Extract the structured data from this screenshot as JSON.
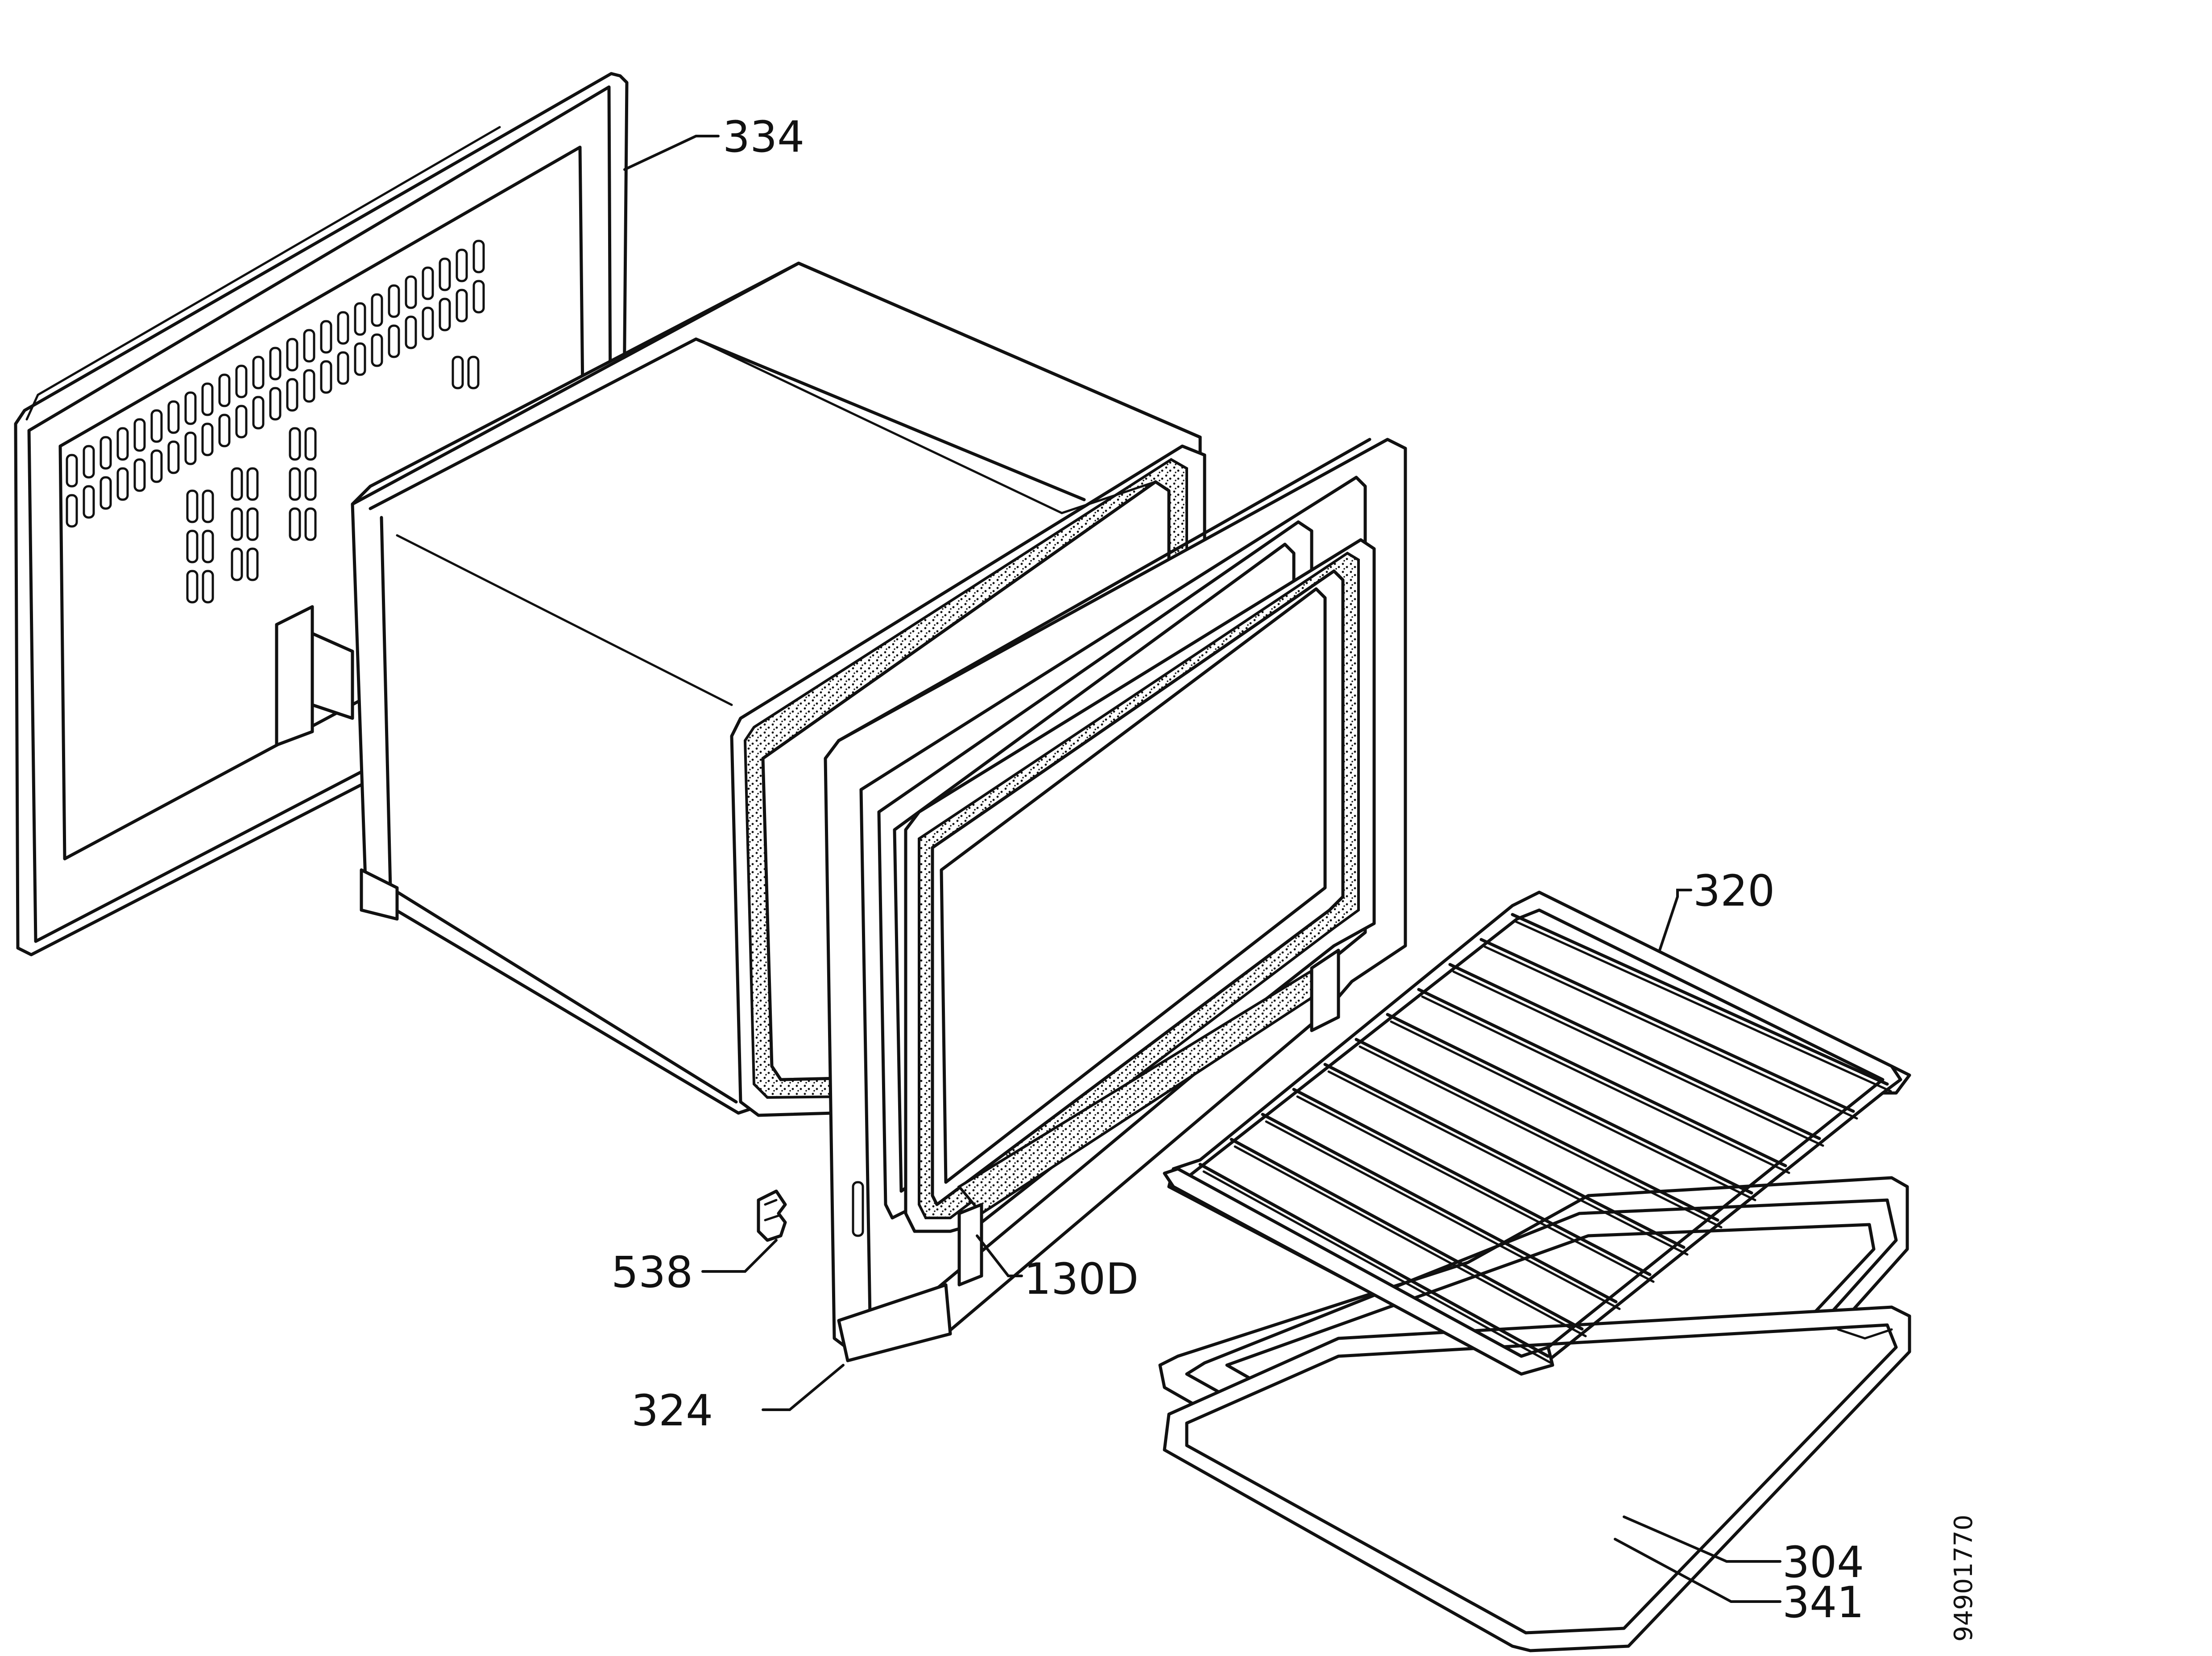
{
  "parts": [
    {
      "id": "334",
      "label": "334"
    },
    {
      "id": "320",
      "label": "320"
    },
    {
      "id": "538",
      "label": "538"
    },
    {
      "id": "130D",
      "label": "130D"
    },
    {
      "id": "324",
      "label": "324"
    },
    {
      "id": "304",
      "label": "304"
    },
    {
      "id": "341",
      "label": "341"
    }
  ],
  "document_number": "94901770",
  "colors": {
    "line": "#111111",
    "background": "#ffffff"
  }
}
